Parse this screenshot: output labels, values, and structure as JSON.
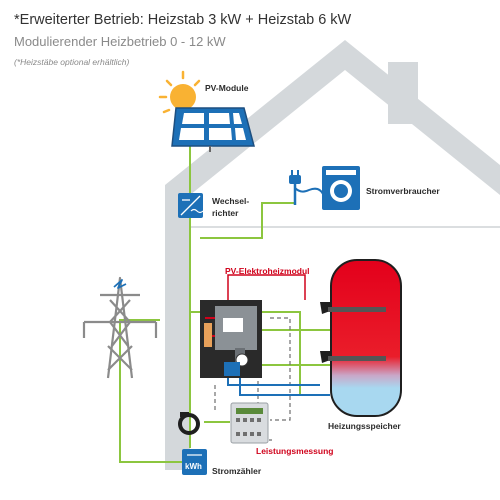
{
  "header": {
    "line1": "*Erweiterter Betrieb: Heizstab 3 kW  + Heizstab 6 kW",
    "line2": "Modulierender Heizbetrieb 0 - 12 kW",
    "line3": "(*Heizstäbe optional erhältlich)"
  },
  "labels": {
    "pv_module": "PV-Module",
    "inverter_line1": "Wechsel-",
    "inverter_line2": "richter",
    "consumer": "Stromverbraucher",
    "heating_module": "PV-Elektroheizmodul",
    "storage": "Heizungsspeicher",
    "measurement": "Leistungsmessung",
    "meter": "Stromzähler",
    "meter_display": "kWh"
  },
  "colors": {
    "house_outline": "#cfd3d6",
    "wire_green": "#8cc63f",
    "device_blue": "#1d70b7",
    "label_red": "#d0021b",
    "tank_hot": "#e3001b",
    "tank_cold": "#a8d8f0"
  },
  "icons": [
    "sun-icon",
    "solar-panel-icon",
    "inverter-icon",
    "plug-icon",
    "washing-machine-icon",
    "power-pylon-icon",
    "heating-module-icon",
    "heating-rod-icon",
    "current-clamp-icon",
    "power-meter-icon",
    "energy-meter-icon"
  ]
}
